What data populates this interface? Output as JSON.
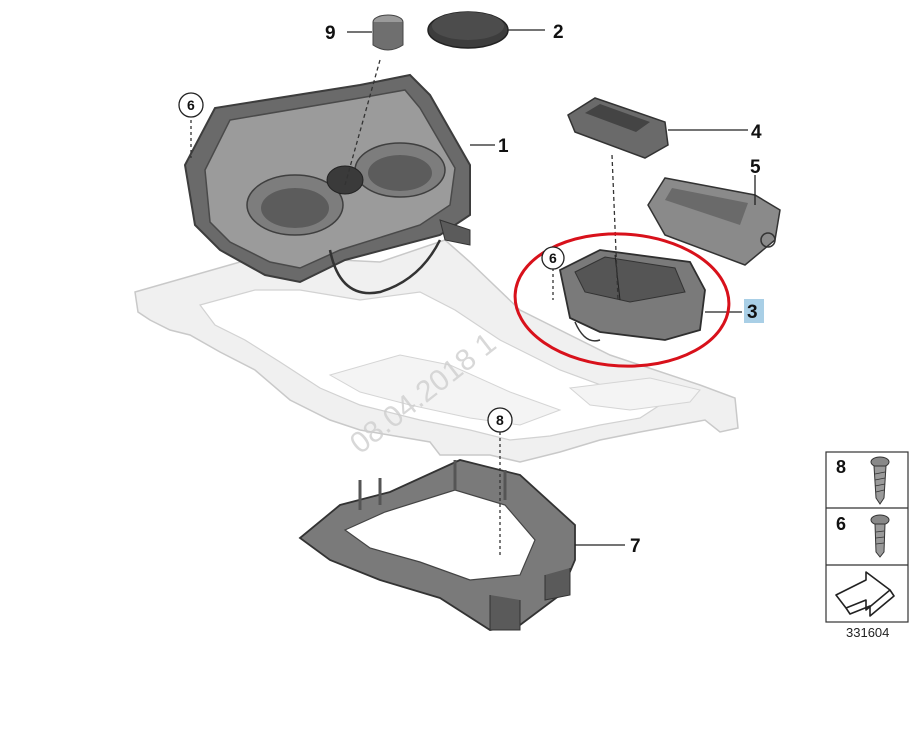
{
  "callouts": {
    "part_1": "1",
    "part_2": "2",
    "part_3": "3",
    "part_4": "4",
    "part_5": "5",
    "part_6_top": "6",
    "part_6_right": "6",
    "part_7": "7",
    "part_8": "8",
    "part_9": "9"
  },
  "legend": {
    "screw_8": "8",
    "screw_6": "6"
  },
  "diagram_id": "331604",
  "watermark": "08.04.2018 1",
  "colors": {
    "highlight_ellipse": "#d8111b",
    "selected_label_bg": "#a9cfe6",
    "part_dark": "#5a5a5a",
    "part_mid": "#8a8a8a",
    "trim_light": "#ececec"
  },
  "icons": {
    "screw_8_icon": "torx-screw-long",
    "screw_6_icon": "torx-screw-short",
    "nav_arrow_icon": "arrow-next"
  }
}
